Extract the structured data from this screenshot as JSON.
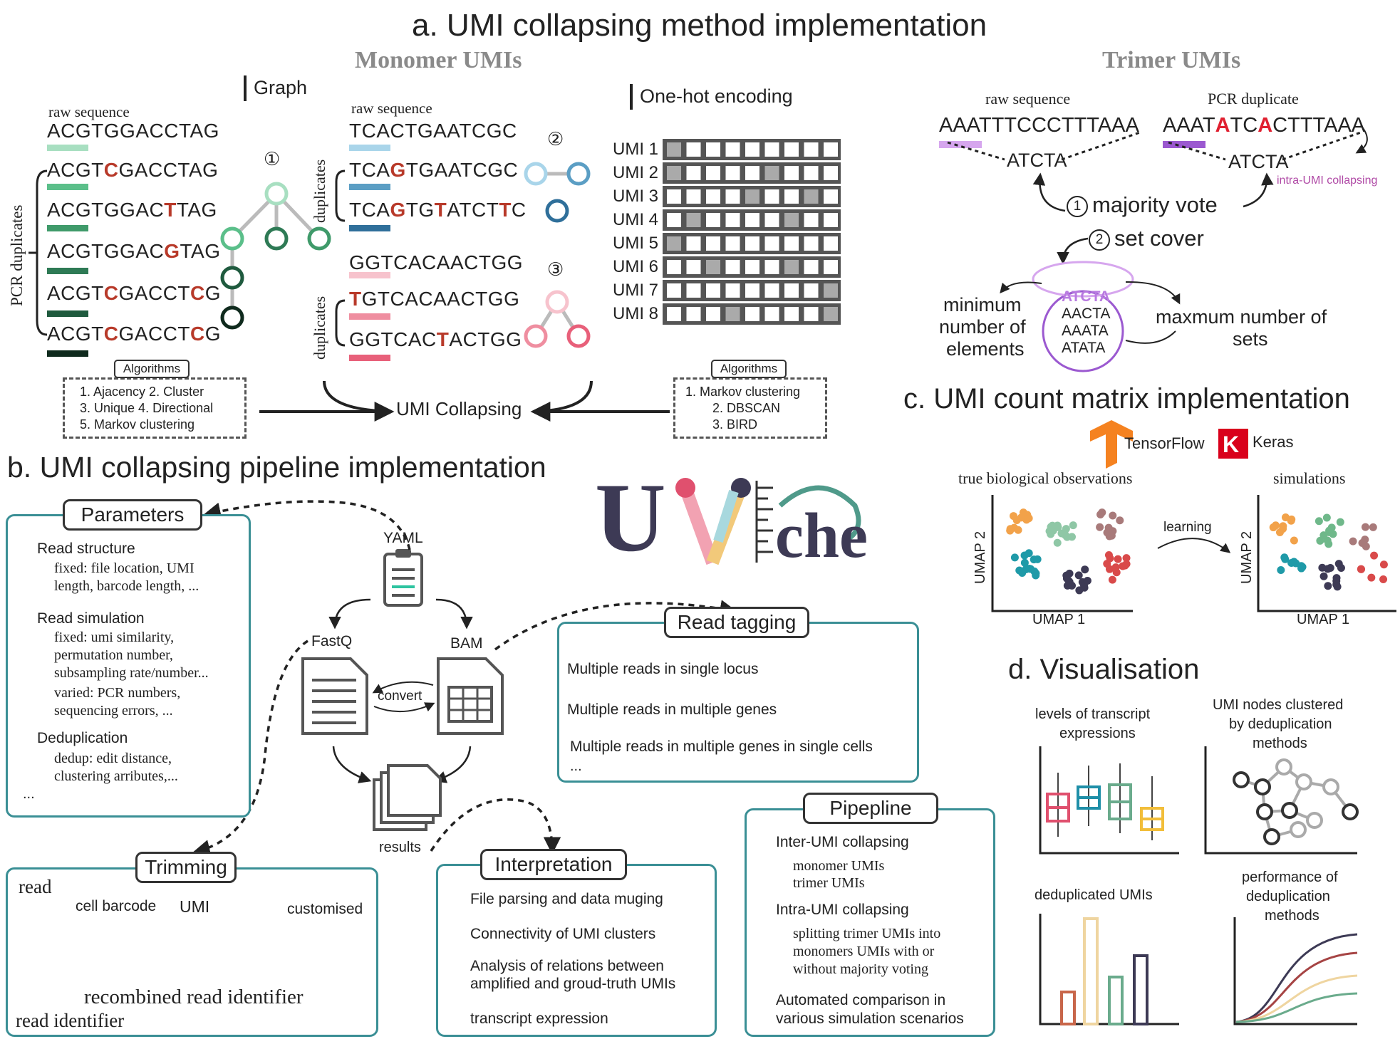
{
  "sections": {
    "a_title": "a. UMI collapsing method implementation",
    "monomer_title": "Monomer UMIs",
    "trimer_title": "Trimer UMIs",
    "b_title": "b. UMI collapsing pipeline implementation",
    "c_title": "c. UMI count matrix implementation",
    "d_title": "d. Visualisation"
  },
  "monomer": {
    "graph_label": "Graph",
    "raw_sequence_label": "raw sequence",
    "raw_sequence": "ACGTGGACCTAG",
    "pcr_duplicates_label": "PCR duplicates",
    "duplicates": [
      {
        "pre": "ACGT",
        "mut": "C",
        "post": "GACCTAG",
        "color": "#5bbf8a"
      },
      {
        "pre": "ACGTGGAC",
        "mut": "T",
        "post": "TAG",
        "color": "#3f9a6a"
      },
      {
        "pre": "ACGTGGAC",
        "mut": "G",
        "post": "TAG",
        "color": "#2e7a55"
      },
      {
        "pre": "ACGT",
        "mut": "C",
        "post": "GACCT",
        "mut2": "C",
        "post2": "G",
        "color": "#1f5a3e"
      },
      {
        "pre": "ACGT",
        "mut": "C",
        "post": "GACCT",
        "mut2": "C",
        "post2": "G",
        "color": "#0f2a1d"
      }
    ],
    "graph_marker": "①",
    "raw_sequence_label2": "raw sequence",
    "raw_sequence2": "TCACTGAATCGC",
    "duplicates_label": "duplicates",
    "dup2": [
      {
        "pre": "TCA",
        "mut": "G",
        "post": "TGAATCGC",
        "color": "#5b9ec4"
      },
      {
        "pre": "TCA",
        "mut": "G",
        "post": "TG",
        "mut2": "T",
        "post2": "ATCT",
        "mut3": "T",
        "post3": "C",
        "color": "#2f6f9a"
      }
    ],
    "raw_sequence3": "GGTCACAACTGG",
    "dup3": [
      {
        "pre": "",
        "mut": "T",
        "post": "GTCACAACTGG",
        "color": "#ef8ea0"
      },
      {
        "pre": "GGTCAC",
        "mut": "T",
        "post": "ACTGG",
        "color": "#e8607a"
      }
    ],
    "marker2": "②",
    "marker3": "③",
    "onehot_label": "One-hot encoding",
    "umi_rows": [
      "UMI 1",
      "UMI 2",
      "UMI 3",
      "UMI 4",
      "UMI 5",
      "UMI 6",
      "UMI 7",
      "UMI 8"
    ],
    "algorithms_label": "Algorithms",
    "algorithms_left": [
      "1. Ajacency 2. Cluster",
      "3. Unique 4. Directional",
      "5. Markov clustering"
    ],
    "algorithms_right": [
      "1. Markov clustering",
      "2. DBSCAN",
      "3. BIRD"
    ],
    "umi_collapsing": "UMI Collapsing"
  },
  "trimer": {
    "raw_sequence_label": "raw sequence",
    "pcr_duplicate_label": "PCR duplicate",
    "raw_seq": "AAATTTCCCTTTAAA",
    "dup_seq": {
      "a": "AAAT",
      "b": "A",
      "c": "TC",
      "d": "A",
      "e": "CTTTAAA"
    },
    "collapsed": "ATCTA",
    "intra": "intra-UMI collapsing",
    "step1_num": "1",
    "step1": "majority vote",
    "step2_num": "2",
    "step2": "set cover",
    "set_items": [
      "ATCTA",
      "AACTA",
      "AAATA",
      "ATATA"
    ],
    "min_label": [
      "minimum",
      "number of",
      "elements"
    ],
    "max_label": [
      "maxmum number of",
      "sets"
    ]
  },
  "c": {
    "tensorflow": "TensorFlow",
    "keras": "Keras",
    "keras_letter": "K",
    "true_obs": "true biological observations",
    "simulations": "simulations",
    "learning": "learning",
    "umap1": "UMAP 1",
    "umap2": "UMAP 2"
  },
  "d": {
    "levels": [
      "levels of transcript",
      "expressions"
    ],
    "nodes": [
      "UMI nodes clustered",
      "by deduplication",
      "methods"
    ],
    "dedup": "deduplicated UMIs",
    "performance": [
      "performance of",
      "deduplication",
      "methods"
    ]
  },
  "b": {
    "logo": {
      "u": "U",
      "che": "che"
    },
    "parameters": "Parameters",
    "param_items": [
      {
        "kind": "tri",
        "color": "#3d3a55",
        "text": "Read structure"
      },
      {
        "kind": "circ",
        "color": "#3d3a55",
        "text": "fixed: file location, UMI\nlength, barcode length, ..."
      },
      {
        "kind": "tri",
        "color": "#e0506e",
        "text": "Read simulation"
      },
      {
        "kind": "circ",
        "color": "#e0506e",
        "text": "fixed: umi similarity,\npermutation number,\nsubsampling rate/number..."
      },
      {
        "kind": "circ",
        "color": "#e0506e",
        "text": "varied: PCR numbers,\nsequencing errors, ..."
      },
      {
        "kind": "tri",
        "color": "#2ec4a0",
        "text": "Deduplication"
      },
      {
        "kind": "circ",
        "color": "#2ec4a0",
        "text": "dedup: edit distance,\nclustering arributes,..."
      }
    ],
    "param_ellipsis": "...",
    "yaml": "YAML",
    "fastq": "FastQ",
    "bam": "BAM",
    "convert": "convert",
    "results": "results",
    "read_tagging": "Read tagging",
    "tag_items": [
      {
        "color": "#3d3a55",
        "text": "Multiple reads in single locus"
      },
      {
        "color": "#e0506e",
        "text": "Multiple reads in multiple genes"
      },
      {
        "color": "#2ec4a0",
        "text": "Multiple reads in multiple genes in single cells"
      }
    ],
    "tag_ellipsis": "...",
    "trimming": "Trimming",
    "read": "read",
    "cell_barcode": "cell barcode",
    "umi": "UMI",
    "customised": "customised",
    "recombined": "recombined read identifier",
    "read_identifier": "read identifier",
    "interpretation": "Interpretation",
    "interp_items": [
      {
        "color": "#3d3a55",
        "text": "File parsing and data muging"
      },
      {
        "color": "#e0506e",
        "text": "Connectivity of UMI clusters"
      },
      {
        "color": "#2ec4a0",
        "text": "Analysis of relations between\namplified and groud-truth UMIs"
      },
      {
        "color": "#f2be3a",
        "text": "transcript expression"
      }
    ],
    "pipeline": "Pipepline",
    "pipe_items": [
      {
        "kind": "tri",
        "color": "#3d3a55",
        "text": "Inter-UMI collapsing"
      },
      {
        "kind": "circ",
        "color": "#3d3a55",
        "text": "monomer UMIs"
      },
      {
        "kind": "circ",
        "color": "#3d3a55",
        "text": "trimer UMIs"
      },
      {
        "kind": "tri",
        "color": "#e0506e",
        "text": "Intra-UMI collapsing"
      },
      {
        "kind": "circ",
        "color": "#e0506e",
        "text": "splitting trimer UMIs into\nmonomers UMIs with or\nwithout majority voting"
      },
      {
        "kind": "tri",
        "color": "#2ec4a0",
        "text": "Automated comparison in\nvarious simulation scenarios"
      }
    ]
  },
  "colors": {
    "teal": "#3a8f95",
    "navy": "#3d3a55",
    "pink": "#e0506e",
    "green": "#2ec4a0",
    "yellow": "#f2be3a",
    "purple": "#9b59d0"
  }
}
